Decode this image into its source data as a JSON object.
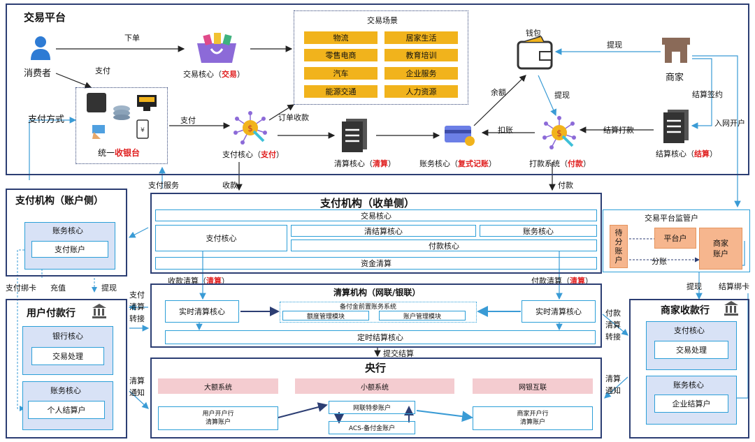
{
  "platform": {
    "title": "交易平台",
    "consumer": "消费者",
    "order": "下单",
    "pay": "支付",
    "trade_core": {
      "text": "交易核心（",
      "hl": "交易",
      "end": "）"
    },
    "scenes_title": "交易场景",
    "scenes": [
      "物流",
      "居家生活",
      "零售电商",
      "教育培训",
      "汽车",
      "企业服务",
      "能源交通",
      "人力资源"
    ],
    "payment_method": "支付方式",
    "cashier": {
      "text": "统一",
      "hl": "收银台"
    },
    "pay2": "支付",
    "order_receipt": "订单收款",
    "pay_core": {
      "text": "支付核心（",
      "hl": "支付",
      "end": "）"
    },
    "clearing_core": {
      "text": "清算核心（",
      "hl": "清算",
      "end": "）"
    },
    "account_core": {
      "text": "账务核心（",
      "hl": "复式记账",
      "end": "）"
    },
    "wallet": "钱包",
    "balance": "余额",
    "deduct": "扣账",
    "withdraw": "提现",
    "withdraw2": "提现",
    "payout_system": {
      "text": "打款系统（",
      "hl": "付款",
      "end": "）"
    },
    "settle_payout": "结算打款",
    "merchant": "商家",
    "settle_sign": "结算签约",
    "open_account": "入网开户",
    "settle_core": {
      "text": "结算核心（",
      "hl": "结算",
      "end": "）"
    }
  },
  "links": {
    "pay_service": "支付服务",
    "collect": "收款",
    "payout": "付款",
    "submit_settle": "提交结算",
    "bind_card": "支付绑卡",
    "topup": "充值",
    "withdraw_l": "提现",
    "withdraw_r": "提现",
    "settle_bind_card": "结算绑卡",
    "pay_clear_connect": [
      "支付",
      "清算",
      "转接"
    ],
    "payout_clear_connect": [
      "付款",
      "清算",
      "转接"
    ],
    "clear_notice_l": [
      "清算",
      "通知"
    ],
    "clear_notice_r": [
      "清算",
      "通知"
    ],
    "collect_clear": {
      "text": "收款清算（",
      "hl": "清算",
      "end": "）"
    },
    "payout_clear": {
      "text": "付款清算（",
      "hl": "清算",
      "end": "）"
    }
  },
  "acquirer": {
    "title": "支付机构（收单侧）",
    "trade_core": "交易核心",
    "pay_core": "支付核心",
    "clear_settle": "清结算核心",
    "account_core": "账务核心",
    "payout_core": "付款核心",
    "fund_clear": "资金清算",
    "supervision": {
      "title": "交易平台监管户",
      "pending": [
        "待",
        "分",
        "账",
        "户"
      ],
      "platform": "平台户",
      "merchant": [
        "商家",
        "账户"
      ],
      "split": "分账"
    }
  },
  "account_side": {
    "title": "支付机构（账户侧）",
    "account_core": "账务核心",
    "pay_account": "支付账户"
  },
  "user_bank": {
    "title": "用户付款行",
    "bank_core": "银行核心",
    "trade_proc": "交易处理",
    "account_core": "账务核心",
    "personal": "个人结算户"
  },
  "merchant_bank": {
    "title": "商家收款行",
    "pay_core": "支付核心",
    "trade_proc": "交易处理",
    "account_core": "账务核心",
    "corp": "企业结算户"
  },
  "clearing_org": {
    "title": "清算机构（网联/银联）",
    "realtime_l": "实时清算核心",
    "realtime_r": "实时清算核心",
    "reserve": "备付金前置账务系统",
    "quota": "额度管理模块",
    "acct_mgmt": "账户管理模块",
    "scheduled": "定时结算核心"
  },
  "central_bank": {
    "title": "央行",
    "large": "大额系统",
    "small": "小额系统",
    "ibps": "网银互联",
    "user_bank_acct": [
      "用户开户行",
      "清算账户"
    ],
    "netunion": "网联特参账户",
    "acs": "ACS-备付金账户",
    "merchant_bank_acct": [
      "商家开户行",
      "清算账户"
    ]
  }
}
